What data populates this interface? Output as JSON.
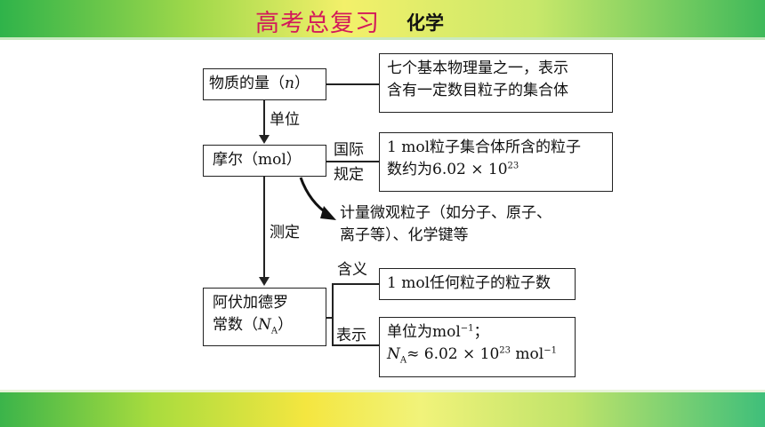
{
  "header": {
    "title": "高考总复习",
    "subject": "化学"
  },
  "diagram": {
    "node_amount": {
      "pre": "物质的量（",
      "var": "n",
      "post": "）"
    },
    "def_amount": {
      "line1": "七个基本物理量之一，表示",
      "line2": "含有一定数目粒子的集合体"
    },
    "edge_unit": "单位",
    "node_mole": "摩尔（mol）",
    "edge_intl": {
      "line1": "国际",
      "line2": "规定"
    },
    "def_mole": {
      "line1": "1 mol粒子集合体所含的粒子",
      "line2_pre": "数约为6.02 × 10",
      "line2_sup": "23"
    },
    "measure_note": {
      "line1": "计量微观粒子（如分子、原子、",
      "line2": "离子等）、化学键等"
    },
    "edge_measure": "测定",
    "node_avogadro": {
      "line1": "阿伏加德罗",
      "line2_pre": "常数（",
      "line2_var": "N",
      "line2_sub": "A",
      "line2_post": "）"
    },
    "edge_meaning": "含义",
    "def_meaning": "1 mol任何粒子的粒子数",
    "edge_express": "表示",
    "def_express": {
      "line1_pre": "单位为mol",
      "line1_sup": "−1",
      "line1_post": "；",
      "line2_var": "N",
      "line2_sub": "A",
      "line2_mid": "≈ 6.02 × 10",
      "line2_sup": "23",
      "line2_post": " mol",
      "line2_sup2": "−1"
    }
  },
  "colors": {
    "title": "#d31a5a",
    "banner_green": "#2fb34a",
    "banner_yellow": "#f3f06a"
  }
}
